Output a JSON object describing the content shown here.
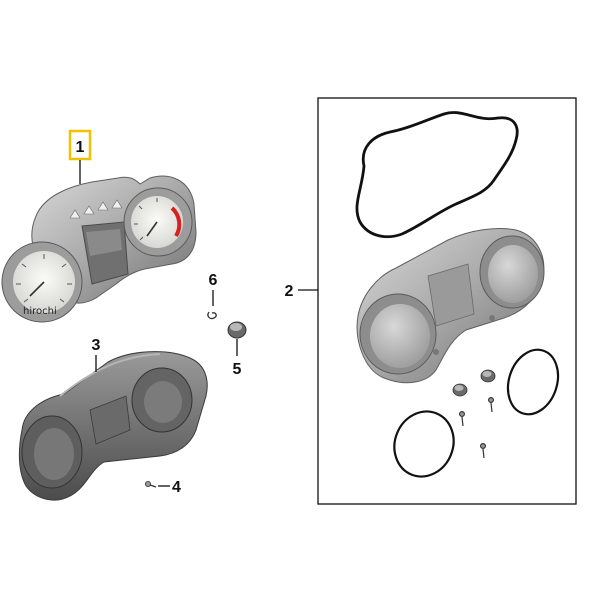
{
  "callouts": {
    "part_1": "1",
    "part_2": "2",
    "part_3": "3",
    "part_4": "4",
    "part_5": "5",
    "part_6": "6"
  },
  "watermark": "hirochi",
  "colors": {
    "highlight": "#f2c200",
    "housing": "#a9a9a9",
    "housing_dark": "#6e6e6e",
    "dial_face": "#f2f1ed",
    "redline": "#d82020",
    "line": "#111111"
  }
}
